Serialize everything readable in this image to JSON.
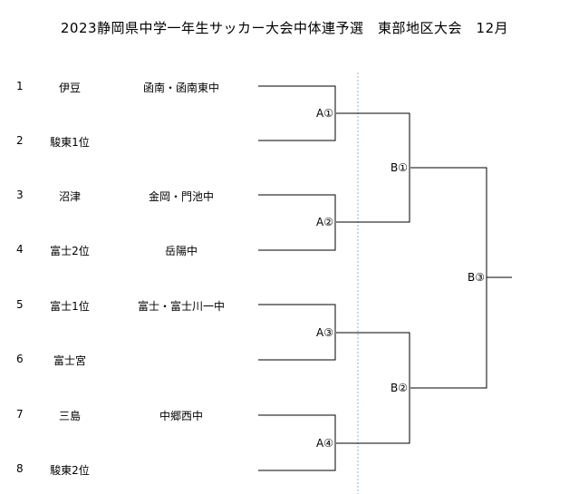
{
  "title": "2023静岡県中学一年生サッカー大会中体連予選　東部地区大会　12月",
  "teams": [
    {
      "seed": "1",
      "region": "伊豆",
      "school": "函南・函南東中"
    },
    {
      "seed": "2",
      "region": "駿東1位",
      "school": ""
    },
    {
      "seed": "3",
      "region": "沼津",
      "school": "金岡・門池中"
    },
    {
      "seed": "4",
      "region": "富士2位",
      "school": "岳陽中"
    },
    {
      "seed": "5",
      "region": "富士1位",
      "school": "富士・富士川一中"
    },
    {
      "seed": "6",
      "region": "富士宮",
      "school": ""
    },
    {
      "seed": "7",
      "region": "三島",
      "school": "中郷西中"
    },
    {
      "seed": "8",
      "region": "駿東2位",
      "school": ""
    }
  ],
  "matches": {
    "a1": "A①",
    "a2": "A②",
    "a3": "A③",
    "a4": "A④",
    "b1": "B①",
    "b2": "B②",
    "b3": "B③"
  },
  "colors": {
    "lines": "#000000",
    "divider": "#8ab4d8"
  }
}
